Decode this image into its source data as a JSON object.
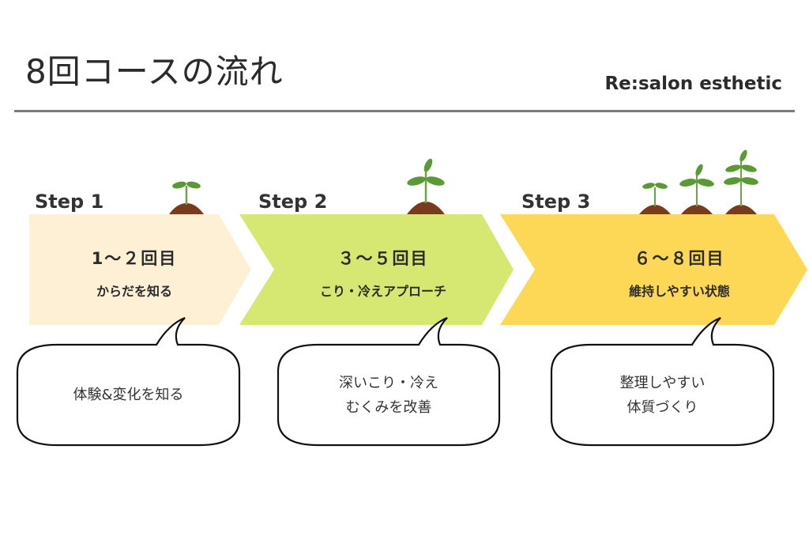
{
  "header": {
    "title": "8回コースの流れ",
    "brand": "Re:salon esthetic"
  },
  "colors": {
    "step1": "#fdf0d5",
    "step2": "#d7e872",
    "step3": "#fdd856",
    "leaf": "#5a9a35",
    "soil": "#7a3a1e",
    "rule": "#7a7a7a"
  },
  "steps": [
    {
      "label": "Step 1",
      "count": "1～２回目",
      "desc": "からだを知る",
      "bubble": [
        "体験&変化を知る"
      ],
      "plant_icons": [
        "sprout-icon"
      ]
    },
    {
      "label": "Step 2",
      "count": "３～５回目",
      "desc": "こり・冷えアプローチ",
      "bubble": [
        "深いこり・冷え",
        "むくみを改善"
      ],
      "plant_icons": [
        "seedling-icon"
      ]
    },
    {
      "label": "Step 3",
      "count": "６～８回目",
      "desc": "維持しやすい状態",
      "bubble": [
        "整理しやすい",
        "体質づくり"
      ],
      "plant_icons": [
        "sprout-icon",
        "seedling-icon",
        "young-plant-icon"
      ]
    }
  ]
}
